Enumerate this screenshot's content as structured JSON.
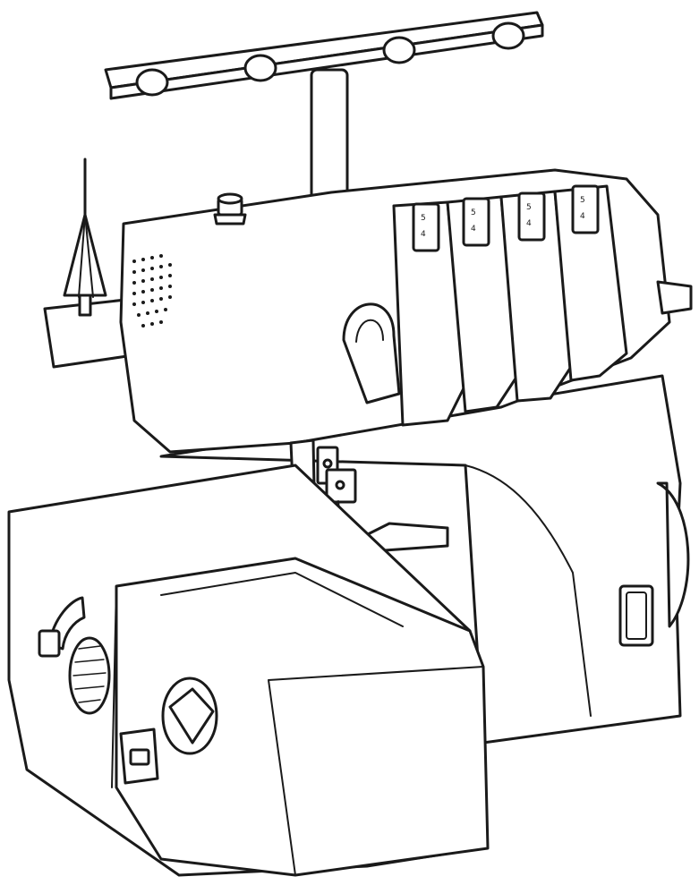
{
  "colors": {
    "line": "#1a1a1a",
    "fill": "#ffffff"
  },
  "tension_dials": [
    {
      "label_top": "5",
      "label_bottom": "4"
    },
    {
      "label_top": "5",
      "label_bottom": "4"
    },
    {
      "label_top": "5",
      "label_bottom": "4"
    },
    {
      "label_top": "5",
      "label_bottom": "4"
    }
  ]
}
